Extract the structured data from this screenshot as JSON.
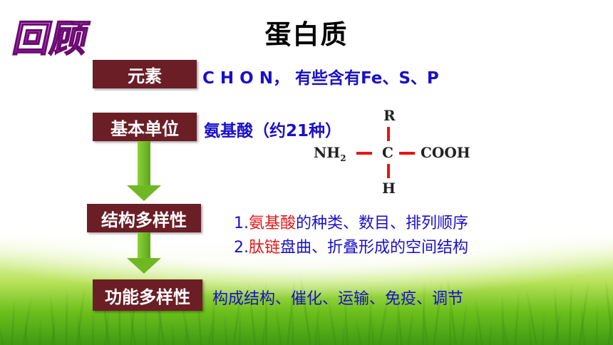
{
  "title": "蛋白质",
  "logo_text": "回顾",
  "flow": {
    "elements": {
      "label": "元素",
      "text": "C H O N， 有些含有Fe、S、P"
    },
    "unit": {
      "label": "基本单位",
      "text": "氨基酸（约21种）"
    },
    "diversity": {
      "label": "结构多样性",
      "line1": {
        "num": "1.",
        "red": "氨基酸",
        "rest": "的种类、数目、排列顺序"
      },
      "line2": {
        "num": "2.",
        "red": "肽链",
        "rest": "盘曲、折叠形成的空间结构"
      }
    },
    "function": {
      "label": "功能多样性",
      "text": "构成结构、催化、运输、免疫、调节"
    }
  },
  "formula": {
    "top": "R",
    "left": "NH",
    "left_sub": "2",
    "center": "C",
    "right": "COOH",
    "bottom": "H"
  },
  "colors": {
    "box": "#6b1e26",
    "text_blue": "#1a10c8",
    "text_red": "#e01818",
    "arrow": "#6fb824",
    "bond": "#ee1111"
  }
}
